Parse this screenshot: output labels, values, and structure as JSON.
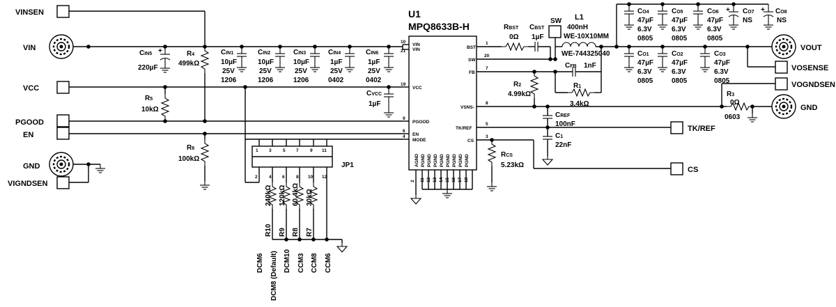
{
  "ic": {
    "ref": "U1",
    "part": "MPQ8633B-H"
  },
  "ports": {
    "vinsen": "VINSEN",
    "vin": "VIN",
    "vcc": "VCC",
    "pgood": "PGOOD",
    "en": "EN",
    "gnd_left": "GND",
    "vigndsen": "VIGNDSEN",
    "vout": "VOUT",
    "vosense": "VOSENSE",
    "vogndsen": "VOGNDSEN",
    "gnd_right": "GND",
    "tkref": "TK/REF",
    "cs": "CS"
  },
  "pins": {
    "vin": "VIN",
    "vcc": "VCC",
    "pgood": "PGOOD",
    "en": "EN",
    "mode": "MODE",
    "bst": "BST",
    "sw": "SW",
    "fb": "FB",
    "vsns": "VSNS-",
    "tkref": "TK/REF",
    "cs": "CS",
    "bottom": [
      "AGND",
      "PGND",
      "PGND",
      "PGND",
      "PGND",
      "PGND",
      "PGND",
      "PGND",
      "PGND"
    ],
    "num_vin": "10",
    "num_vin2": "21",
    "num_vcc": "19",
    "num_pgood": "9",
    "num_en": "6",
    "num_mode": "4",
    "num_bst": "1",
    "num_sw": "20",
    "num_fb": "7",
    "num_vsns": "8",
    "num_tkref": "5",
    "num_cs": "3",
    "num_bottom": [
      "2",
      "11",
      "12",
      "13",
      "14",
      "15",
      "16",
      "17",
      "18"
    ]
  },
  "components": {
    "cin5": {
      "ref": "C",
      "sub": "IN5",
      "value": "220µF"
    },
    "r4": {
      "ref": "R",
      "sub": "4",
      "value": "499kΩ"
    },
    "cin1": {
      "ref": "C",
      "sub": "IN1",
      "v1": "10µF",
      "v2": "25V",
      "v3": "1206"
    },
    "cin2": {
      "ref": "C",
      "sub": "IN2",
      "v1": "10µF",
      "v2": "25V",
      "v3": "1206"
    },
    "cin3": {
      "ref": "C",
      "sub": "IN3",
      "v1": "10µF",
      "v2": "25V",
      "v3": "1206"
    },
    "cin4": {
      "ref": "C",
      "sub": "IN4",
      "v1": "1µF",
      "v2": "25V",
      "v3": "0402"
    },
    "cin6": {
      "ref": "C",
      "sub": "IN6",
      "v1": "1µF",
      "v2": "25V",
      "v3": "0402"
    },
    "cvcc": {
      "ref": "C",
      "sub": "VCC",
      "value": "1µF"
    },
    "r5": {
      "ref": "R",
      "sub": "5",
      "value": "10kΩ"
    },
    "r6": {
      "ref": "R",
      "sub": "6",
      "value": "100kΩ"
    },
    "rbst": {
      "ref": "R",
      "sub": "BST",
      "value": "0Ω"
    },
    "cbst": {
      "ref": "C",
      "sub": "BST",
      "value": "1µF"
    },
    "sw_tp": "SW",
    "l1": {
      "ref": "L1",
      "v1": "400nH",
      "v2": "WE-10X10MM",
      "v3": "WE-744325040"
    },
    "co4": {
      "ref": "C",
      "sub": "O4",
      "v1": "47µF",
      "v2": "6.3V",
      "v3": "0805"
    },
    "co5": {
      "ref": "C",
      "sub": "O5",
      "v1": "47µF",
      "v2": "6.3V",
      "v3": "0805"
    },
    "co6": {
      "ref": "C",
      "sub": "O6",
      "v1": "47µF",
      "v2": "6.3V",
      "v3": "0805"
    },
    "co7": {
      "ref": "C",
      "sub": "O7",
      "value": "NS"
    },
    "co8": {
      "ref": "C",
      "sub": "O8",
      "value": "NS"
    },
    "co1": {
      "ref": "C",
      "sub": "O1",
      "v1": "47µF",
      "v2": "6.3V",
      "v3": "0805"
    },
    "co2": {
      "ref": "C",
      "sub": "O2",
      "v1": "47µF",
      "v2": "6.3V",
      "v3": "0805"
    },
    "co3": {
      "ref": "C",
      "sub": "O3",
      "v1": "47µF",
      "v2": "6.3V",
      "v3": "0805"
    },
    "cfb": {
      "ref": "C",
      "sub": "FB",
      "value": "1nF"
    },
    "r1": {
      "ref": "R",
      "sub": "1",
      "value": "3.4kΩ"
    },
    "r2": {
      "ref": "R",
      "sub": "2",
      "value": "4.99kΩ"
    },
    "r3": {
      "ref": "R",
      "sub": "3",
      "value": "0Ω",
      "pkg": "0603"
    },
    "cref": {
      "ref": "C",
      "sub": "REF",
      "value": "100nF"
    },
    "c1": {
      "ref": "C",
      "sub": "1",
      "value": "22nF"
    },
    "rcs": {
      "ref": "R",
      "sub": "CS",
      "value": "5.23kΩ"
    },
    "jp1": "JP1",
    "r10": {
      "ref": "R10",
      "value": "240kΩ"
    },
    "r9": {
      "ref": "R9",
      "value": "120kΩ"
    },
    "r8": {
      "ref": "R8",
      "value": "60.4kΩ"
    },
    "r7": {
      "ref": "R7",
      "value": "30kΩ"
    }
  },
  "jumper": {
    "top_pins": [
      "1",
      "3",
      "5",
      "7",
      "9",
      "11"
    ],
    "bottom_pins": [
      "2",
      "4",
      "6",
      "8",
      "10",
      "12"
    ],
    "modes": [
      "DCM6",
      "DCM8 (Default)",
      "DCM10",
      "CCM3",
      "CCM8",
      "CCM6"
    ]
  }
}
